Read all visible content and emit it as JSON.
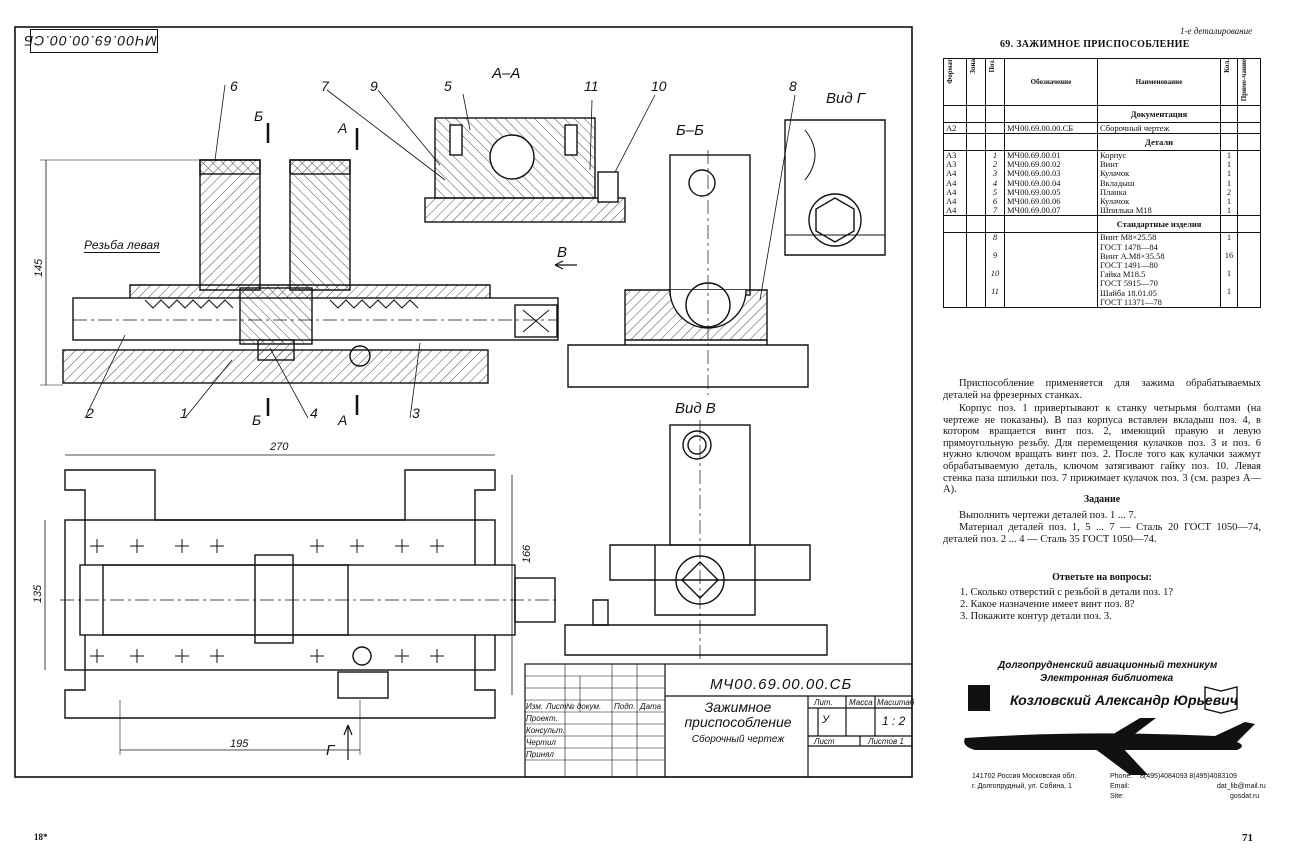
{
  "drawing": {
    "stamp_code": "МЧ00.69.00.00.СБ",
    "section_labels": {
      "aa": "А–А",
      "bb": "Б–Б",
      "view_g": "Вид Г",
      "view_v": "Вид В"
    },
    "cut_marks": {
      "b_top": "Б",
      "a_top": "А",
      "b_bot": "Б",
      "a_bot": "А",
      "v_arrow": "В",
      "g_arrow": "Г"
    },
    "note_thread": "Резьба левая",
    "dimensions": {
      "d145": "145",
      "d270": "270",
      "d135": "135",
      "d166": "166",
      "d195": "195"
    },
    "callouts": [
      "1",
      "2",
      "3",
      "4",
      "5",
      "6",
      "7",
      "8",
      "9",
      "10",
      "11"
    ],
    "title_block": {
      "code": "МЧ00.69.00.00.СБ",
      "name": "Зажимное приспособление",
      "subtitle": "Сборочный чертеж",
      "row_labels": [
        "Изм.",
        "Лист",
        "№ докум.",
        "Подп.",
        "Дата"
      ],
      "roles": [
        "Проект.",
        "Консульт.",
        "Чертил",
        "Принял"
      ],
      "col_lit": "Лит.",
      "col_mass": "Масса",
      "col_scale": "Масштаб",
      "lit_value": "У",
      "scale_value": "1 : 2",
      "sheet": "Лист",
      "sheets": "Листов 1"
    }
  },
  "page": {
    "header_right": "1-е деталирование",
    "title": "69. ЗАЖИМНОЕ ПРИСПОСОБЛЕНИЕ",
    "spec_headers": [
      "Формат",
      "Зона",
      "Поз.",
      "Обозначение",
      "Наименование",
      "Кол.",
      "Приме-чание"
    ],
    "spec_sections": {
      "docs": "Документация",
      "parts": "Детали",
      "std": "Стандартные изделия"
    },
    "doc_row": {
      "format": "А2",
      "code": "МЧ00.69.00.00.СБ",
      "name": "Сборочный чертеж"
    },
    "parts": [
      {
        "format": "А3",
        "pos": "1",
        "code": "МЧ00.69.00.01",
        "name": "Корпус",
        "qty": "1"
      },
      {
        "format": "А3",
        "pos": "2",
        "code": "МЧ00.69.00.02",
        "name": "Винт",
        "qty": "1"
      },
      {
        "format": "А4",
        "pos": "3",
        "code": "МЧ00.69.00.03",
        "name": "Кулачок",
        "qty": "1"
      },
      {
        "format": "А4",
        "pos": "4",
        "code": "МЧ00.69.00.04",
        "name": "Вкладыш",
        "qty": "1"
      },
      {
        "format": "А4",
        "pos": "5",
        "code": "МЧ00.69.00.05",
        "name": "Планка",
        "qty": "2"
      },
      {
        "format": "А4",
        "pos": "6",
        "code": "МЧ00.69.00.06",
        "name": "Кулачок",
        "qty": "1"
      },
      {
        "format": "А4",
        "pos": "7",
        "code": "МЧ00.69.00.07",
        "name": "Шпилька М18",
        "qty": "1"
      }
    ],
    "std": [
      {
        "pos": "8",
        "l1": "Винт М8×25.58",
        "l2": "ГОСТ 1478—84",
        "qty": "1"
      },
      {
        "pos": "9",
        "l1": "Винт А.М8×35.58",
        "l2": "ГОСТ 1491—80",
        "qty": "16"
      },
      {
        "pos": "10",
        "l1": "Гайка М18.5",
        "l2": "ГОСТ 5915—70",
        "qty": "1"
      },
      {
        "pos": "11",
        "l1": "Шайба 18.01.05",
        "l2": "ГОСТ 11371—78",
        "qty": "1"
      }
    ],
    "p1": "Приспособление применяется для зажима обрабатываемых деталей на фрезерных станках.",
    "p2": "Корпус поз. 1 привертывают к станку четырьмя болтами (на чертеже не показаны). В паз корпуса вставлен вкладыш поз. 4, в котором вращается винт поз. 2, имеющий правую и левую прямоугольную резьбу. Для перемещения кулачков поз. 3 и поз. 6 нужно ключом вращать винт поз. 2. После того как кулачки зажмут обрабатываемую деталь, ключом затягивают гайку поз. 10. Левая стенка паза шпильки поз. 7 прижимает кулачок поз. 3 (см. разрез А—А).",
    "task_title": "Задание",
    "task1": "Выполнить чертежи деталей поз. 1 ... 7.",
    "task2": "Материал деталей поз. 1, 5 ... 7 — Сталь 20 ГОСТ 1050—74, деталей поз. 2 ... 4 — Сталь 35 ГОСТ 1050—74.",
    "q_title": "Ответьте на вопросы:",
    "questions": [
      "1. Сколько отверстий с резьбой в детали поз. 1?",
      "2. Какое назначение имеет винт поз. 8?",
      "3. Покажите контур детали поз. 3."
    ],
    "library": {
      "line1": "Долгопрудненский авиационный техникум",
      "line2": "Электронная библиотека",
      "name": "Козловский Александр Юрьевич",
      "addr1": "141702 Россия Московская обл.",
      "addr2": "г. Долгопрудный, ул. Собина, 1",
      "phone_label": "Phone:",
      "phone": "8(495)4084093 8(495)4083109",
      "email_label": "Email:",
      "email": "dat_lib@mail.ru",
      "site_label": "Site:",
      "site": "gosdat.ru"
    },
    "page_left": "18*",
    "page_right": "71"
  }
}
